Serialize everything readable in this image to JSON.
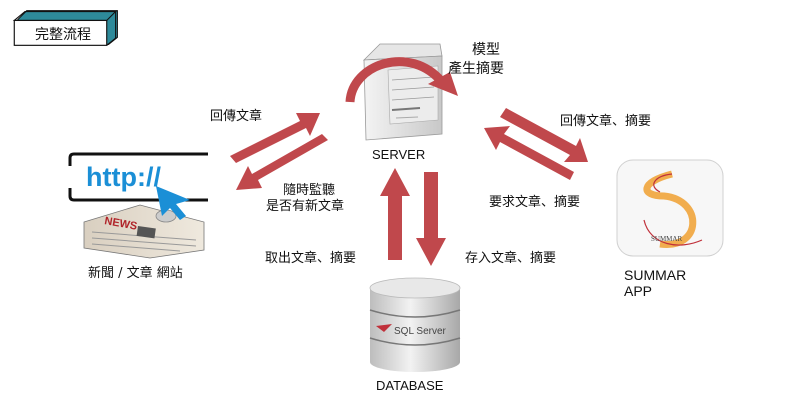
{
  "title": "完整流程",
  "nodes": {
    "server": {
      "label": "SERVER",
      "process_label_line1": "模型",
      "process_label_line2": "產生摘要"
    },
    "website": {
      "label": "新聞 / 文章 網站",
      "url_text": "http://",
      "newspaper_text": "NEWS"
    },
    "app": {
      "label_line1": "SUMMAR",
      "label_line2": "APP",
      "logo_text": "SUMMAR"
    },
    "database": {
      "label": "DATABASE",
      "logo_text": "SQL Server"
    }
  },
  "edges": {
    "return_article": "回傳文章",
    "monitor_line1": "隨時監聽",
    "monitor_line2": "是否有新文章",
    "return_article_summary": "回傳文章、摘要",
    "request_article_summary": "要求文章、摘要",
    "fetch_article_summary": "取出文章、摘要",
    "store_article_summary": "存入文章、摘要"
  },
  "colors": {
    "arrow": "#c0484c",
    "title_accent": "#2e8a9a",
    "http_blue": "#1b8fd6",
    "app_orange": "#f0a030"
  }
}
